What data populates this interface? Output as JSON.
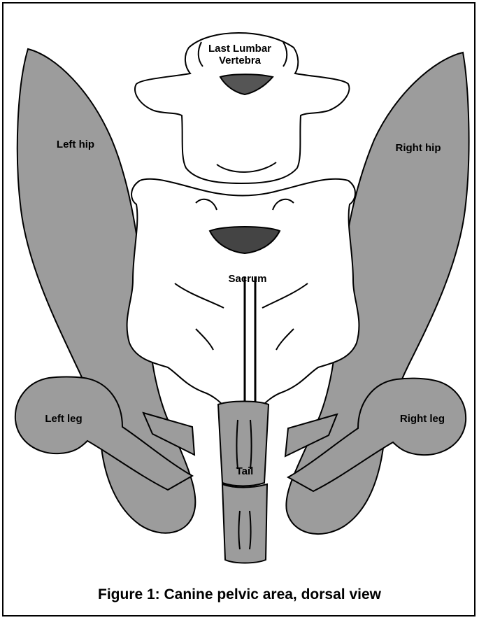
{
  "labels": {
    "vertebra_line1": "Last Lumbar",
    "vertebra_line2": "Vertebra",
    "left_hip": "Left hip",
    "right_hip": "Right hip",
    "sacrum": "Sacrum",
    "left_leg": "Left leg",
    "right_leg": "Right leg",
    "tail": "Tail"
  },
  "caption": "Figure 1: Canine pelvic area, dorsal view",
  "colors": {
    "bone_gray": "#9c9c9c",
    "outline": "#000000",
    "background": "#ffffff"
  }
}
